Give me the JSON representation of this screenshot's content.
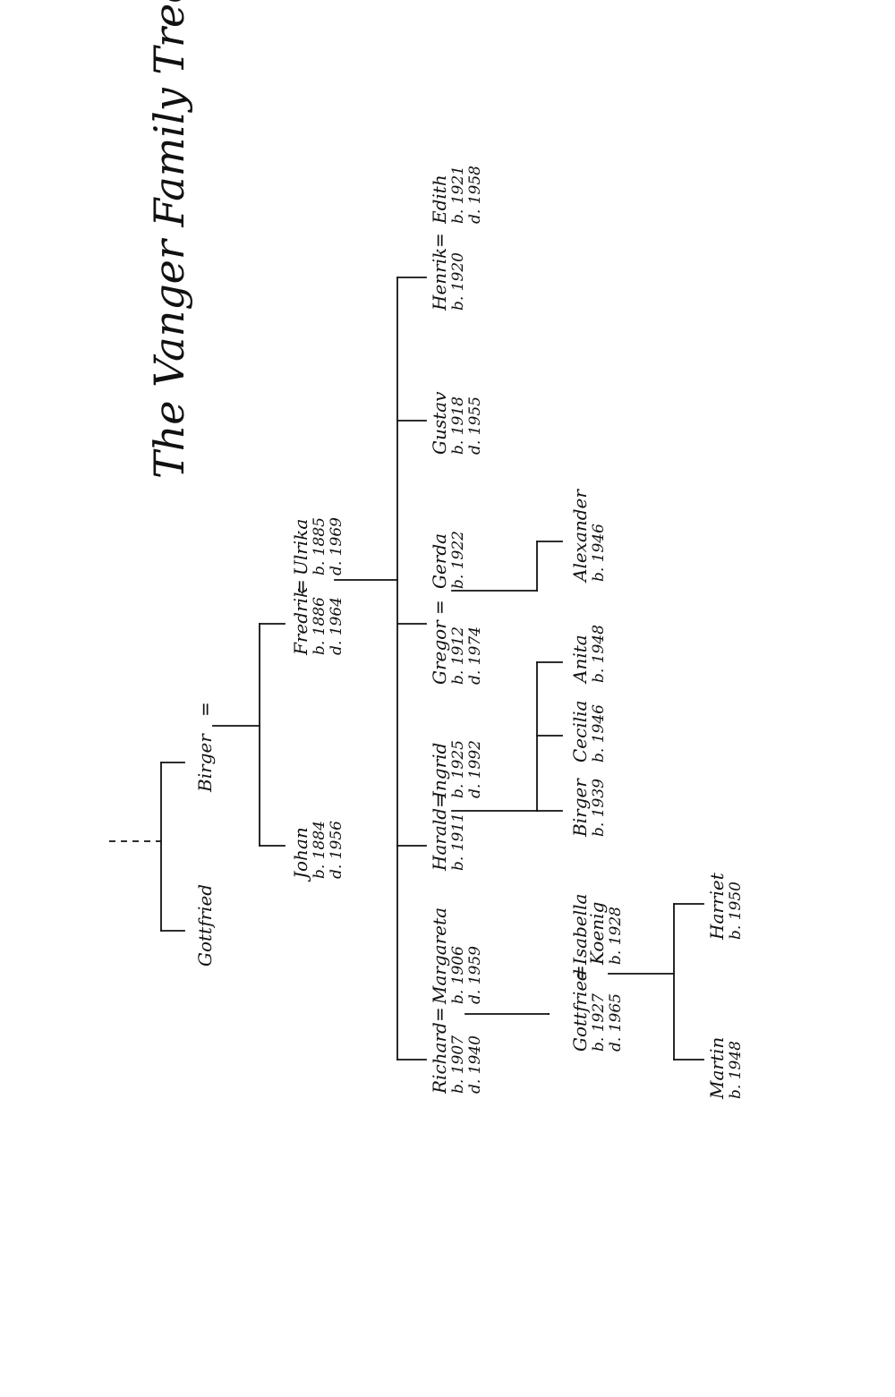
{
  "title": "The Vanger Family Tree",
  "marriage_sign": "=",
  "people": {
    "gottfried_elder": {
      "name": "Gottfried"
    },
    "birger_elder": {
      "name": "Birger"
    },
    "johan": {
      "name": "Johan",
      "born": "b. 1884",
      "died": "d. 1956"
    },
    "fredrik": {
      "name": "Fredrik",
      "born": "b. 1886",
      "died": "d. 1964"
    },
    "ulrika": {
      "name": "Ulrika",
      "born": "b. 1885",
      "died": "d. 1969"
    },
    "richard": {
      "name": "Richard",
      "born": "b. 1907",
      "died": "d. 1940"
    },
    "margareta": {
      "name": "Margareta",
      "born": "b. 1906",
      "died": "d. 1959"
    },
    "harald": {
      "name": "Harald",
      "born": "b. 1911"
    },
    "ingrid": {
      "name": "Ingrid",
      "born": "b. 1925",
      "died": "d. 1992"
    },
    "gregor": {
      "name": "Gregor",
      "born": "b. 1912",
      "died": "d. 1974"
    },
    "gerda": {
      "name": "Gerda",
      "born": "b. 1922"
    },
    "gustav": {
      "name": "Gustav",
      "born": "b. 1918",
      "died": "d. 1955"
    },
    "henrik": {
      "name": "Henrik",
      "born": "b. 1920"
    },
    "edith": {
      "name": "Edith",
      "born": "b. 1921",
      "died": "d. 1958"
    },
    "gottfried": {
      "name": "Gottfried",
      "born": "b. 1927",
      "died": "d. 1965"
    },
    "isabella": {
      "name": "Isabella",
      "surname": "Koenig",
      "born": "b. 1928"
    },
    "birger": {
      "name": "Birger",
      "born": "b. 1939"
    },
    "cecilia": {
      "name": "Cecilia",
      "born": "b. 1946"
    },
    "anita": {
      "name": "Anita",
      "born": "b. 1948"
    },
    "alexander": {
      "name": "Alexander",
      "born": "b. 1946"
    },
    "martin": {
      "name": "Martin",
      "born": "b. 1948"
    },
    "harriet": {
      "name": "Harriet",
      "born": "b. 1950"
    }
  }
}
